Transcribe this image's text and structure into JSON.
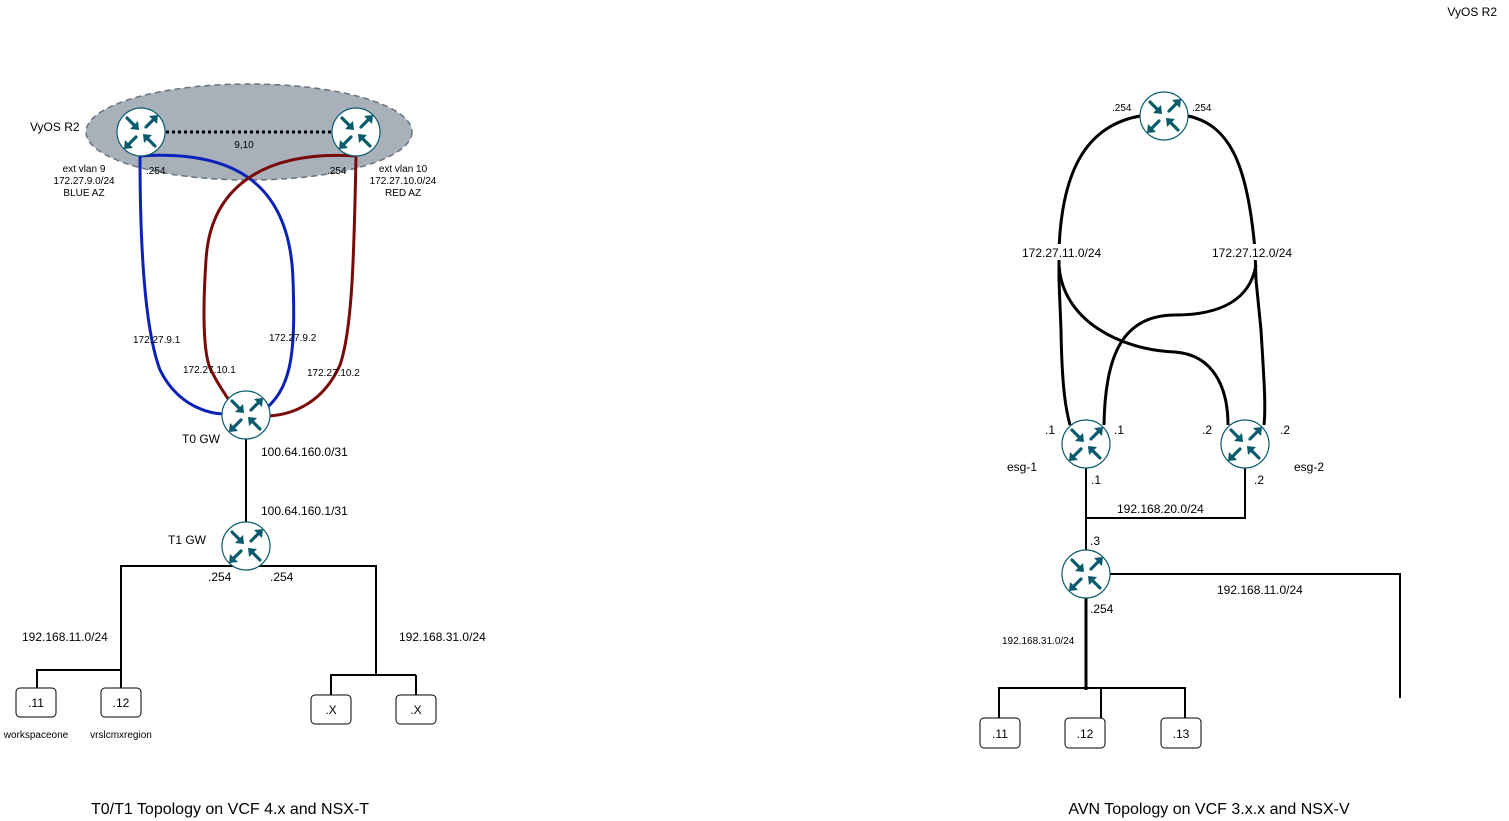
{
  "corner_label": "VyOS R2",
  "left": {
    "caption": "T0/T1 Topology on VCF 4.x and NSX-T",
    "vyos_group_label": "VyOS R2",
    "vyos_link_label": "9,10",
    "router_left_port": ".254",
    "router_right_port": ".254",
    "blue_az": {
      "line1": "ext vlan 9",
      "line2": "172.27.9.0/24",
      "line3": "BLUE AZ"
    },
    "red_az": {
      "line1": "ext vlan 10",
      "line2": "172.27.10.0/24",
      "line3": "RED AZ"
    },
    "t0_ips": {
      "blue_left": "172.27.9.1",
      "blue_right": "172.27.9.2",
      "red_left": "172.27.10.1",
      "red_right": "172.27.10.2"
    },
    "t0_label": "T0 GW",
    "t0_t1_link_top": "100.64.160.0/31",
    "t0_t1_link_bottom": "100.64.160.1/31",
    "t1_label": "T1 GW",
    "t1_port_left": ".254",
    "t1_port_right": ".254",
    "subnet_left": "192.168.11.0/24",
    "subnet_right": "192.168.31.0/24",
    "hosts": [
      {
        "label": ".11",
        "caption": "workspaceone"
      },
      {
        "label": ".12",
        "caption": "vrslcmxregion"
      },
      {
        "label": ".X",
        "caption": ""
      },
      {
        "label": ".X",
        "caption": ""
      }
    ]
  },
  "right": {
    "caption": "AVN Topology on VCF 3.x.x and NSX-V",
    "top_port_left": ".254",
    "top_port_right": ".254",
    "uplink_left": "172.27.11.0/24",
    "uplink_right": "172.27.12.0/24",
    "esg1_label": "esg-1",
    "esg2_label": "esg-2",
    "esg1_port_left": ".1",
    "esg1_port_right": ".1",
    "esg2_port_left": ".2",
    "esg2_port_right": ".2",
    "esg1_port_bottom": ".1",
    "esg2_port_bottom": ".2",
    "transit_subnet": "192.168.20.0/24",
    "dlr_port_top": ".3",
    "dlr_port_bottom": ".254",
    "subnet_right": "192.168.11.0/24",
    "subnet_left": "192.168.31.0/24",
    "hosts": [
      {
        "label": ".11"
      },
      {
        "label": ".12"
      },
      {
        "label": ".13"
      }
    ]
  }
}
